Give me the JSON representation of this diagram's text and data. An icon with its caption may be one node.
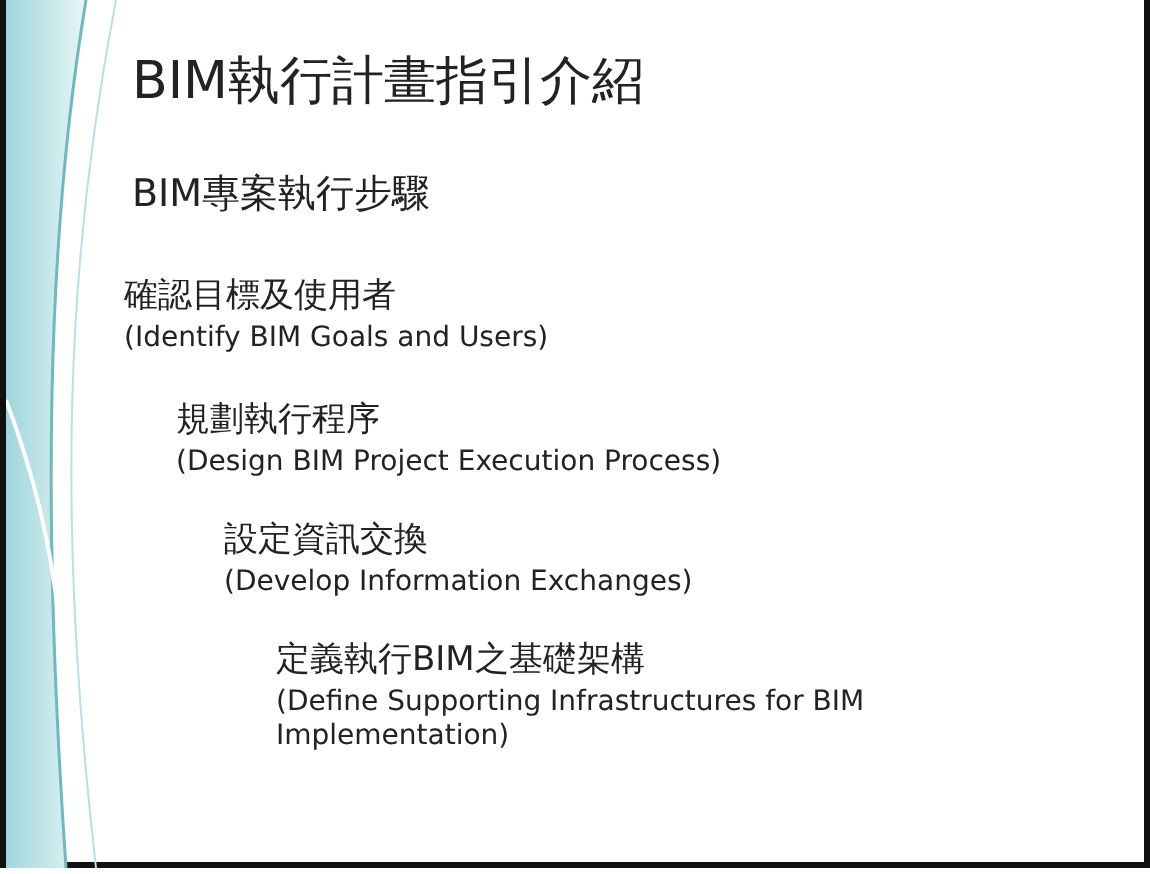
{
  "diagram": {
    "title": "BIM執行計畫指引介紹",
    "labels": [
      "BIM專案執行步驟",
      "確認目標及使用者",
      "(Identify BIM Goals and Users)",
      "規劃執行程序",
      "(Design BIM Project Execution Process)",
      "設定資訊交換",
      "(Develop Information Exchanges)",
      "定義執行BIM之基礎架構",
      "(Define Supporting Infrastructures for BIM Implementation)"
    ]
  }
}
